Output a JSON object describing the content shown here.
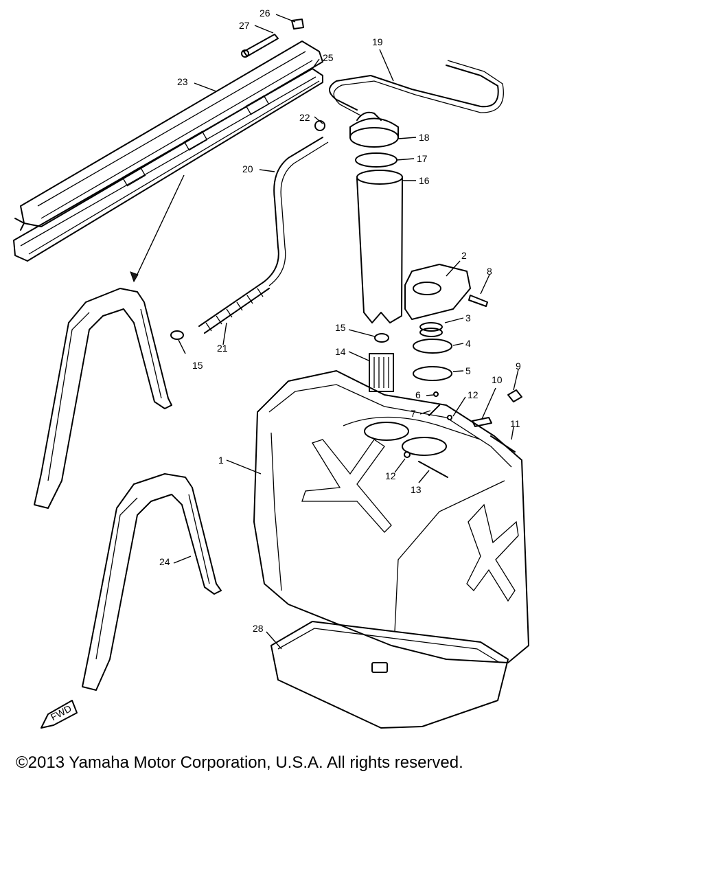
{
  "callouts": {
    "c1": "1",
    "c2": "2",
    "c3": "3",
    "c4": "4",
    "c5": "5",
    "c6": "6",
    "c7": "7",
    "c8": "8",
    "c9": "9",
    "c10": "10",
    "c11": "11",
    "c12a": "12",
    "c12b": "12",
    "c13": "13",
    "c14": "14",
    "c15a": "15",
    "c15b": "15",
    "c16": "16",
    "c17": "17",
    "c18": "18",
    "c19": "19",
    "c20": "20",
    "c21": "21",
    "c22": "22",
    "c23": "23",
    "c24": "24",
    "c25": "25",
    "c26": "26",
    "c27": "27",
    "c28": "28"
  },
  "fwd_label": "FWD",
  "copyright": "©2013 Yamaha Motor Corporation, U.S.A. All rights reserved."
}
